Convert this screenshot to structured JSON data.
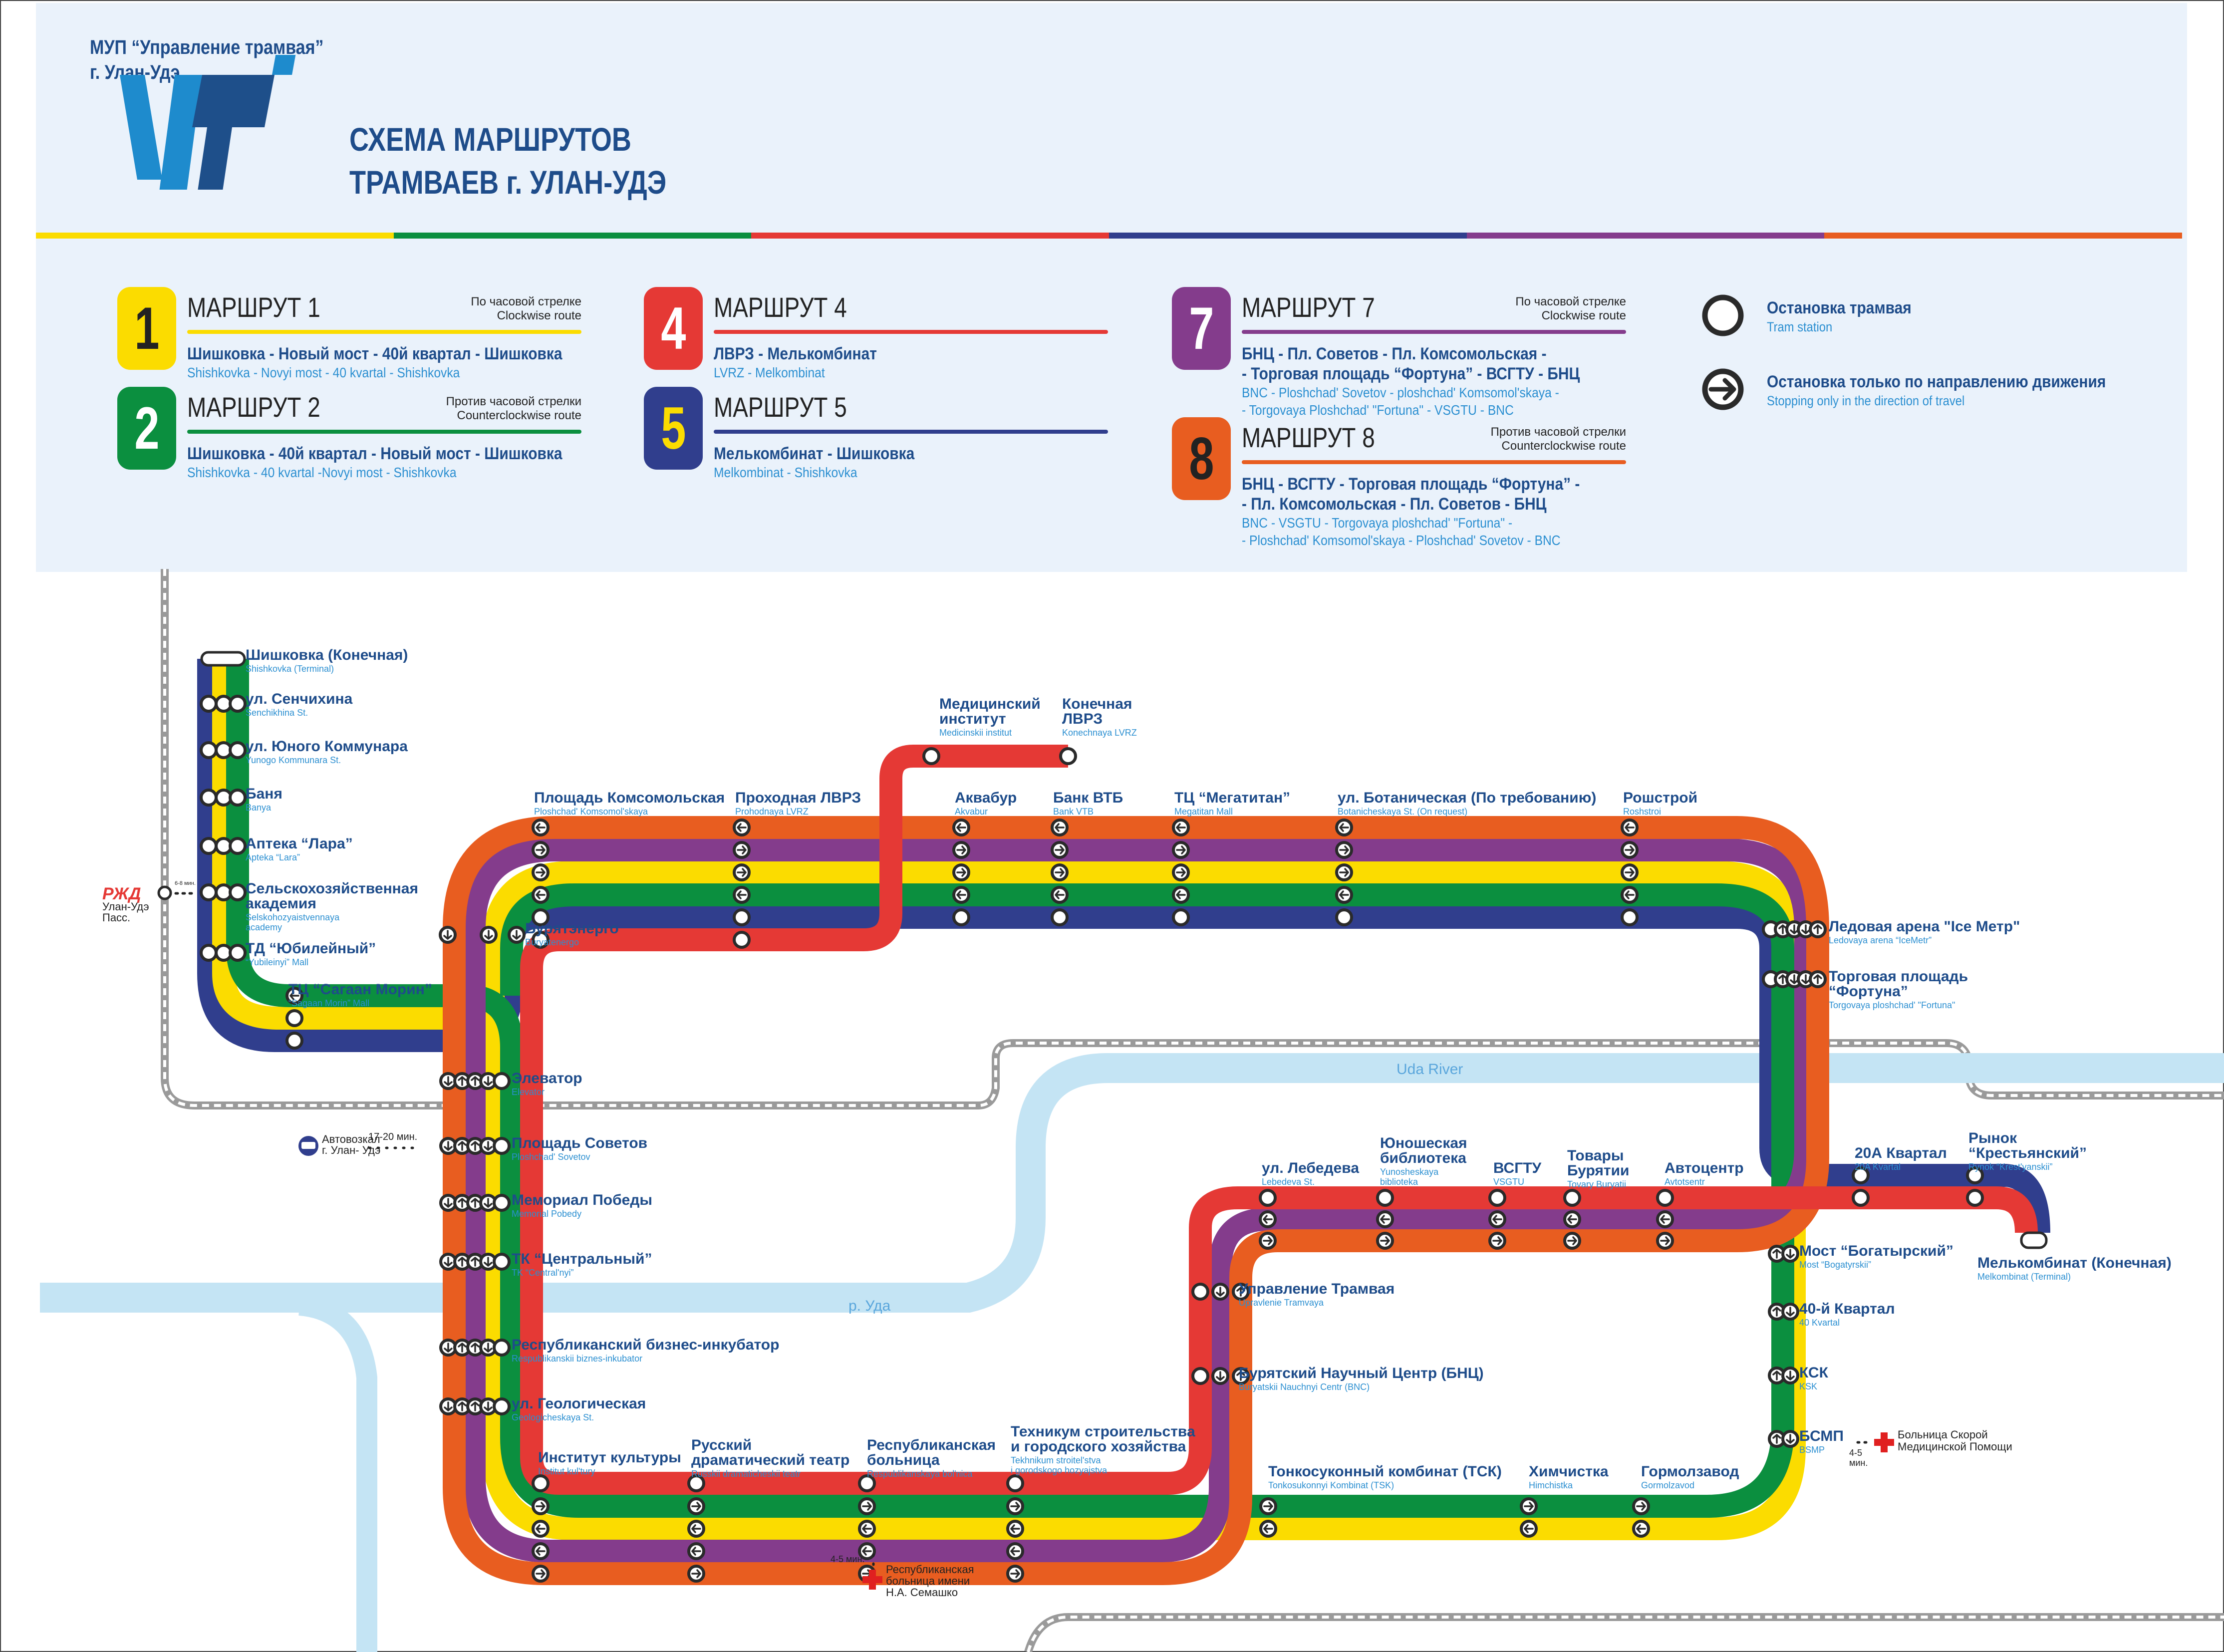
{
  "header": {
    "org_line1": "МУП “Управление трамвая”",
    "org_line2": "г. Улан-Удэ",
    "title_line1": "СХЕМА МАРШРУТОВ",
    "title_line2": "ТРАМВАЕВ г. УЛАН-УДЭ",
    "logo_icon": "ut-logo-icon"
  },
  "colors": {
    "route1": "#fbdc00",
    "route2": "#0b8f3f",
    "route4": "#e53935",
    "route5": "#303e8d",
    "route7": "#843c8c",
    "route8": "#e85d20",
    "text_dark": "#1e4c8a",
    "text_light": "#2b8fd1",
    "river": "#c4e4f4",
    "panel_bg": "#eaf2fb"
  },
  "routes": [
    {
      "number": "1",
      "heading": "МАРШРУТ 1",
      "dir_ru": "По часовой стрелке",
      "dir_en": "Clockwise route",
      "path_ru": [
        "Шишковка - Новый мост - 40й квартал - Шишковка"
      ],
      "path_en": [
        "Shishkovka - Novyi most - 40 kvartal - Shishkovka"
      ]
    },
    {
      "number": "2",
      "heading": "МАРШРУТ 2",
      "dir_ru": "Против часовой стрелки",
      "dir_en": "Counterclockwise route",
      "path_ru": [
        "Шишковка - 40й квартал - Новый мост - Шишковка"
      ],
      "path_en": [
        "Shishkovka - 40 kvartal -Novyi most - Shishkovka"
      ]
    },
    {
      "number": "4",
      "heading": "МАРШРУТ 4",
      "dir_ru": "",
      "dir_en": "",
      "path_ru": [
        "ЛВРЗ - Мелькомбинат"
      ],
      "path_en": [
        "LVRZ - Melkombinat"
      ]
    },
    {
      "number": "5",
      "heading": "МАРШРУТ 5",
      "dir_ru": "",
      "dir_en": "",
      "path_ru": [
        "Мелькомбинат - Шишковка"
      ],
      "path_en": [
        "Melkombinat - Shishkovka"
      ]
    },
    {
      "number": "7",
      "heading": "МАРШРУТ 7",
      "dir_ru": "По часовой стрелке",
      "dir_en": "Clockwise route",
      "path_ru": [
        "БНЦ - Пл. Советов - Пл. Комсомольская -",
        "- Торговая площадь “Фортуна” - ВСГТУ - БНЦ"
      ],
      "path_en": [
        "BNC - Ploshchad' Sovetov - ploshchad' Komsomol'skaya -",
        "- Torgovaya Ploshchad' \"Fortuna\" - VSGTU - BNC"
      ]
    },
    {
      "number": "8",
      "heading": "МАРШРУТ 8",
      "dir_ru": "Против часовой стрелки",
      "dir_en": "Counterclockwise route",
      "path_ru": [
        "БНЦ - ВСГТУ - Торговая площадь “Фортуна” -",
        "- Пл. Комсомольская - Пл. Советов - БНЦ"
      ],
      "path_en": [
        "BNC - VSGTU - Torgovaya ploshchad' \"Fortuna\" -",
        "- Ploshchad' Komsomol'skaya - Ploshchad' Sovetov - BNC"
      ]
    }
  ],
  "legend": {
    "stop": {
      "ru": "Остановка трамвая",
      "en": "Tram station",
      "icon": "tram-stop-icon"
    },
    "directional": {
      "ru": "Остановка только по направлению движения",
      "en": "Stopping only in the direction of travel",
      "icon": "directional-stop-icon"
    }
  },
  "map": {
    "rivers": {
      "uda_en": "Uda River",
      "uda_ru": "р. Уда"
    },
    "stations": [
      {
        "ru": "Шишковка (Конечная)",
        "en": "Shishkovka (Terminal)"
      },
      {
        "ru": "ул. Сенчихина",
        "en": "Senchikhina St."
      },
      {
        "ru": "ул. Юного Коммунара",
        "en": "Yunogo Kommunara St."
      },
      {
        "ru": "Баня",
        "en": "Banya"
      },
      {
        "ru": "Аптека “Лара”",
        "en": "Apteka “Lara”"
      },
      {
        "ru": [
          "Сельскохозяйственная",
          "академия"
        ],
        "en": [
          "Selskohozyaistvennaya",
          "academy"
        ]
      },
      {
        "ru": "ТД “Юбилейный”",
        "en": "“Yubileinyi” Mall"
      },
      {
        "ru": "ТЦ “Сагаан Морин”",
        "en": "“Sagaan Morin” Mall"
      },
      {
        "ru": "Площадь Комсомольская",
        "en": "Ploshchad' Komsomol'skaya"
      },
      {
        "ru": "Проходная ЛВРЗ",
        "en": "Prohodnaya LVRZ"
      },
      {
        "ru": [
          "Медицинский",
          "институт"
        ],
        "en": "Medicinskii institut"
      },
      {
        "ru": [
          "Конечная",
          "ЛВРЗ"
        ],
        "en": "Konechnaya LVRZ"
      },
      {
        "ru": "Аквабур",
        "en": "Akvabur"
      },
      {
        "ru": "Банк ВТБ",
        "en": "Bank VTB"
      },
      {
        "ru": "ТЦ “Мегатитан”",
        "en": "Megatitan Mall"
      },
      {
        "ru": "ул. Ботаническая (По требованию)",
        "en": "Botanicheskaya St. (On request)"
      },
      {
        "ru": "Рошстрой",
        "en": "Roshstroi"
      },
      {
        "ru": "Бурятэнерго",
        "en": "Buryatenergo"
      },
      {
        "ru": "Ледовая арена \"Ice Метр\"",
        "en": "Ledovaya arena “IceMetr”"
      },
      {
        "ru": [
          "Торговая площадь",
          "“Фортуна”"
        ],
        "en": "Torgovaya ploshchad' \"Fortuna\""
      },
      {
        "ru": "Элеватор",
        "en": "Elevator"
      },
      {
        "ru": "Площадь Советов",
        "en": "Ploshchad' Sovetov"
      },
      {
        "ru": "Мемориал Победы",
        "en": "Memorial Pobedy"
      },
      {
        "ru": "ТК “Центральный”",
        "en": "TK “Central'nyi”"
      },
      {
        "ru": "Республиканский бизнес-инкубатор",
        "en": "Respublikanskii biznes-inkubator"
      },
      {
        "ru": "ул. Геологическая",
        "en": "Geologicheskaya St."
      },
      {
        "ru": "Институт культуры",
        "en": "Institut kul'tury"
      },
      {
        "ru": [
          "Русский",
          "драматический театр"
        ],
        "en": "Russkii dramaticheskii teatr"
      },
      {
        "ru": [
          "Республиканская",
          "больница"
        ],
        "en": "Respublikanskaya bol'nica"
      },
      {
        "ru": [
          "Техникум строительства",
          "и городского хозяйства"
        ],
        "en": [
          "Tekhnikum stroitel'stva",
          "i gorodskogo hozyajstva"
        ]
      },
      {
        "ru": "ул. Лебедева",
        "en": "Lebedeva St."
      },
      {
        "ru": [
          "Юношеская",
          "библиотека"
        ],
        "en": [
          "Yunosheskaya",
          "biblioteka"
        ]
      },
      {
        "ru": "ВСГТУ",
        "en": "VSGTU"
      },
      {
        "ru": [
          "Товары",
          "Бурятии"
        ],
        "en": "Tovary Buryatii"
      },
      {
        "ru": "Автоцентр",
        "en": "Avtotsentr"
      },
      {
        "ru": "20А Квартал",
        "en": "20A Kvartal"
      },
      {
        "ru": [
          "Рынок",
          "“Крестьянский”"
        ],
        "en": "Rynok “Krest'yanskii”"
      },
      {
        "ru": "Мелькомбинат (Конечная)",
        "en": "Melkombinat (Terminal)"
      },
      {
        "ru": "Мост “Богатырский”",
        "en": "Most “Bogatyrskii”"
      },
      {
        "ru": "40-й Квартал",
        "en": "40 Kvartal"
      },
      {
        "ru": "КСК",
        "en": "KSK"
      },
      {
        "ru": "БСМП",
        "en": "BSMP"
      },
      {
        "ru": "Управление Трамвая",
        "en": "Upravlenie Tramvaya"
      },
      {
        "ru": "Бурятский Научный Центр (БНЦ)",
        "en": "Buryatskii Nauchnyi Centr (BNC)"
      },
      {
        "ru": "Тонкосуконный комбинат (ТСК)",
        "en": "Tonkosukonnyi Kombinat (TSK)"
      },
      {
        "ru": "Химчистка",
        "en": "Himchistka"
      },
      {
        "ru": "Гормолзавод",
        "en": "Gormolzavod"
      }
    ],
    "poi": {
      "rail_station": {
        "logo": "РЖД",
        "name": [
          "Улан-Удэ",
          "Пасс."
        ],
        "walk": "6-8 мин.",
        "icon": "rzd-logo-icon"
      },
      "bus_station": {
        "name": [
          "Автовозкал",
          "г. Улан- Удэ"
        ],
        "walk": "17-20 мин.",
        "icon": "bus-icon"
      },
      "hospital_bsmp": {
        "name": [
          "Больница Скорой",
          "Медицинской Помощи"
        ],
        "walk": [
          "4-5",
          "мин."
        ],
        "icon": "hospital-cross-icon"
      },
      "hospital_semashko": {
        "name": [
          "Республиканская",
          "больница имени",
          "Н.А. Семашко"
        ],
        "walk": "4-5 мин.",
        "icon": "hospital-cross-icon"
      }
    }
  }
}
